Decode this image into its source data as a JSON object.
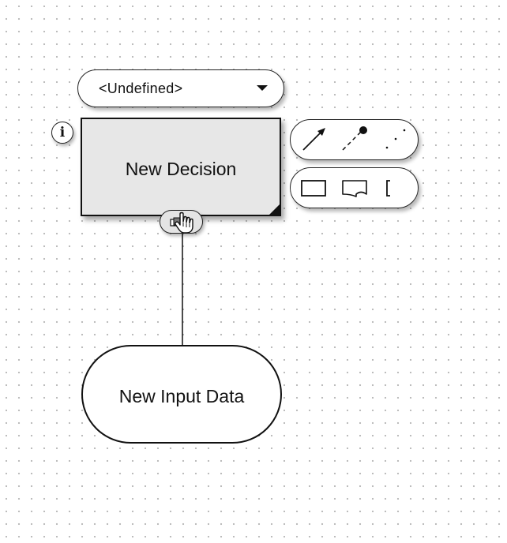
{
  "type_selector": {
    "value": "<Undefined>",
    "icon": "caret-down-icon"
  },
  "info_button": {
    "label": "i"
  },
  "decision_node": {
    "label": "New Decision"
  },
  "input_node": {
    "label": "New Input Data"
  },
  "palette": {
    "row1": [
      "arrow-icon",
      "dashed-line-dot-icon",
      "dotted-line-icon"
    ],
    "row2": [
      "rectangle-icon",
      "document-shape-icon",
      "bracket-icon"
    ]
  },
  "colors": {
    "decision_fill": "#e7e7e7",
    "stroke": "#111111"
  }
}
